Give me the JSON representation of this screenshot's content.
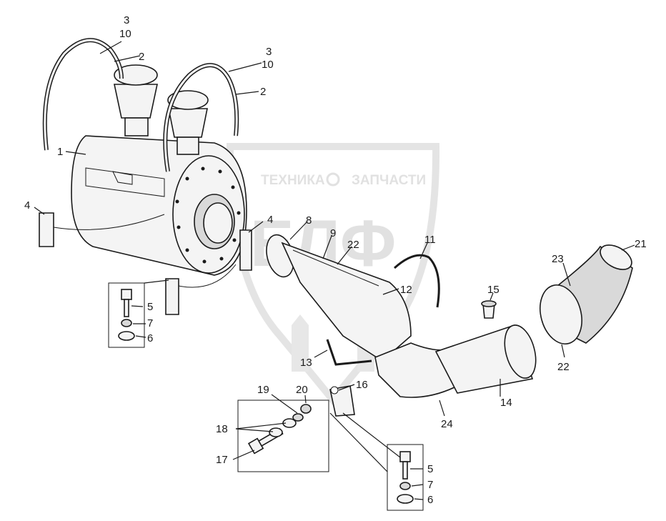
{
  "watermark": {
    "left_text": "ТЕХНИКА",
    "right_text": "ЗАПЧАСТИ",
    "logo": "ЕЛФ"
  },
  "callouts": {
    "c3a": "3",
    "c10a": "10",
    "c2a": "2",
    "c3b": "3",
    "c10b": "10",
    "c2b": "2",
    "c1": "1",
    "c4a": "4",
    "c4b": "4",
    "c8": "8",
    "c9": "9",
    "c22a": "22",
    "c11": "11",
    "c12": "12",
    "c21": "21",
    "c23": "23",
    "c22b": "22",
    "c15": "15",
    "c14": "14",
    "c24": "24",
    "c13": "13",
    "c16": "16",
    "c5a": "5",
    "c7a": "7",
    "c6a": "6",
    "c19": "19",
    "c20": "20",
    "c18": "18",
    "c17": "17",
    "c5b": "5",
    "c7b": "7",
    "c6b": "6"
  }
}
